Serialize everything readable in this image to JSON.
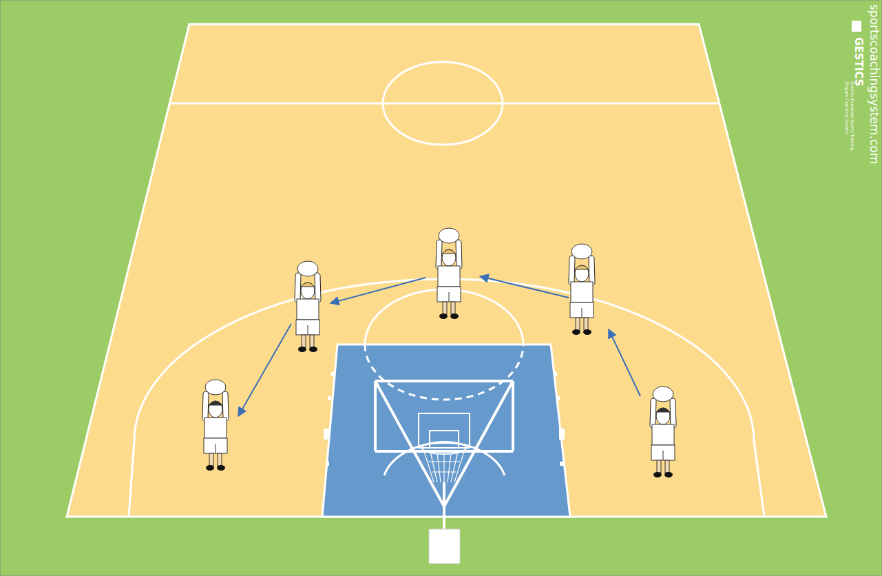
{
  "diagram": {
    "labels": [
      "sportscoachingsystem.com",
      "GESTICS",
      "Graphic Exercises Sports Training",
      "Zingaro Coaching System"
    ]
  }
}
